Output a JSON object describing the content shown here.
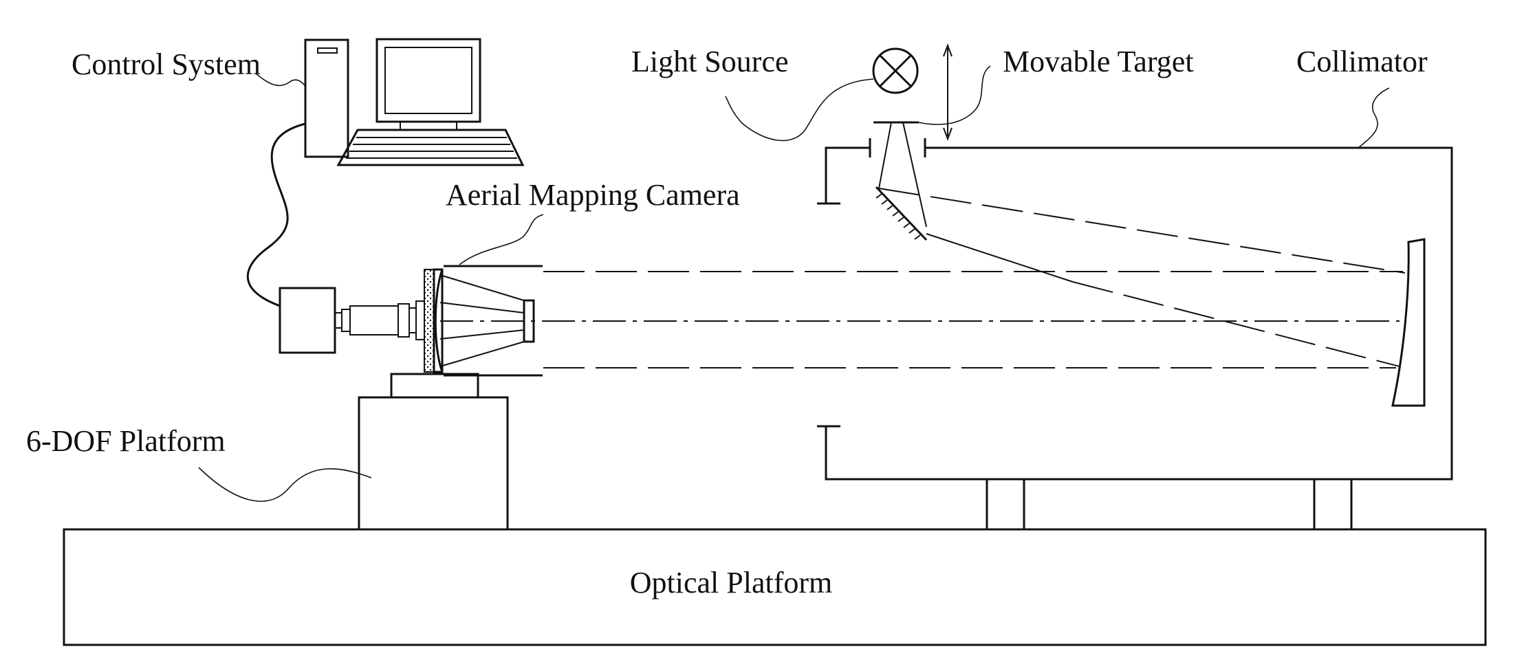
{
  "labels": {
    "control_system": "Control System",
    "light_source": "Light Source",
    "movable_target": "Movable Target",
    "collimator": "Collimator",
    "aerial_mapping_camera": "Aerial Mapping Camera",
    "dof_platform": "6-DOF Platform",
    "optical_platform": "Optical Platform"
  },
  "colors": {
    "ink": "#111111",
    "background": "#ffffff"
  }
}
